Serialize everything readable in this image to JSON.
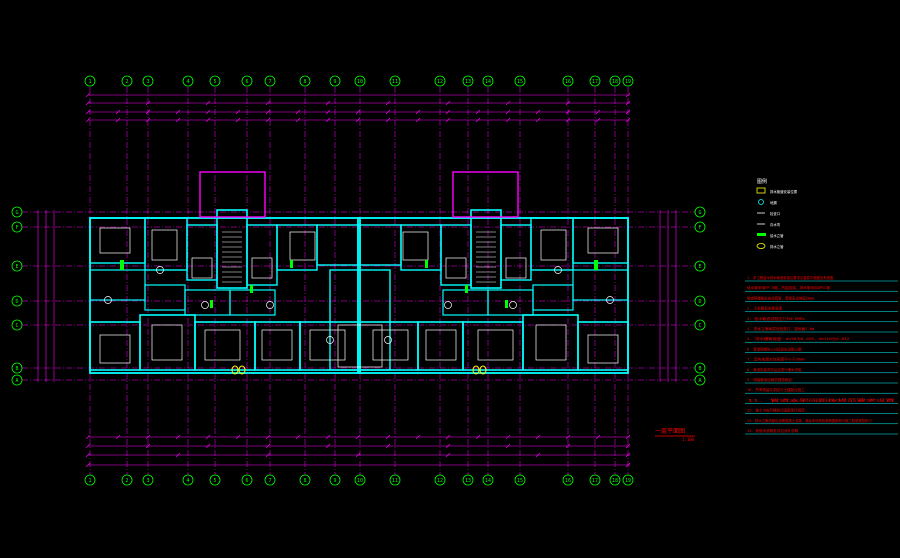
{
  "colors": {
    "background": "#000000",
    "grid_line": "#ff00ff",
    "dimension": "#ff00ff",
    "wall": "#00ffff",
    "fixture": "#ffffff",
    "green": "#00ff00",
    "yellow": "#ffff00",
    "red": "#ff0000",
    "note_line": "#00ffff"
  },
  "grid_axes_top": [
    "1",
    "2",
    "3",
    "4",
    "5",
    "6",
    "7",
    "8",
    "9",
    "10",
    "11",
    "12",
    "13",
    "14",
    "15",
    "16",
    "17",
    "18",
    "19"
  ],
  "grid_axes_side": [
    "G",
    "F",
    "E",
    "D",
    "C",
    "B",
    "A"
  ],
  "drawing_title": "一层平面图",
  "drawing_subtitle": "1:100",
  "legend": {
    "title": "图例",
    "items": [
      {
        "label": "排水管道安装位置",
        "icon": "yellow-rect-icon"
      },
      {
        "label": "地漏",
        "icon": "circle-icon"
      },
      {
        "label": "检查口",
        "icon": "pipe-icon"
      },
      {
        "label": "存水弯",
        "icon": "trap-icon"
      },
      {
        "label": "给水立管",
        "icon": "green-bar-icon"
      },
      {
        "label": "排水立管",
        "icon": "yellow-oval-icon"
      }
    ]
  },
  "notes": {
    "lines": [
      "1. 本工程给水排水管道安装位置详见各层平面图及系统图",
      "给水管采用PP-R管，热熔连接，排水管采用UPVC管",
      "管道穿楼板处应设套管，套管高出地面20mm",
      "2. 卫生器具安装高度",
      "3. 给水管道试验压力为0.6MPa",
      "4. 排水立管每层设检查口，距地面1.0m",
      "5. 排水横管坡度：de50为0.025，de110为0.012",
      "6. 管道穿越防火分区处应设阻火圈",
      "7. 室内地漏水封高度不小于50mm",
      "8. 管道安装完毕后应进行通水试验",
      "9. 明装管道应刷防锈漆两道",
      "10. 所有预留孔洞应与土建配合施工",
      "11. 管道支架间距按规范要求设置",
      "12. 施工中应严格执行国家现行规范",
      "13. 排水立管底部应设置混凝土支墩，其余未尽事宜参照国家现行施工验收规范执行",
      "14. 其他未说明处详见设计说明"
    ]
  }
}
